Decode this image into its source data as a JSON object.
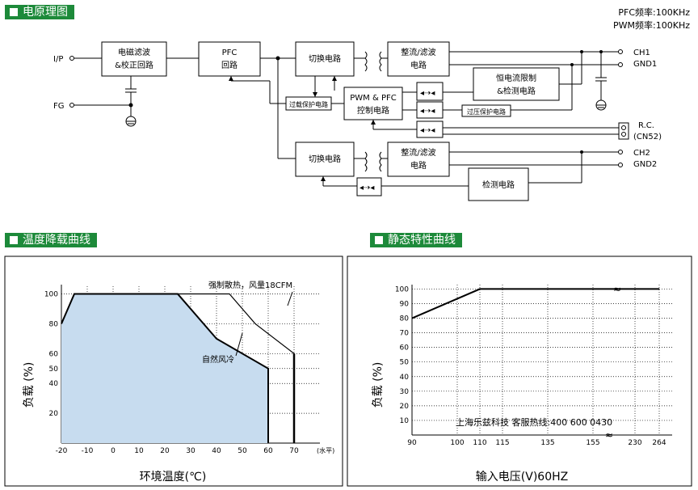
{
  "sections": {
    "schematic": "电原理图",
    "derating": "温度降载曲线",
    "static": "静态特性曲线"
  },
  "freq": {
    "pfc": "PFC频率:100KHz",
    "pwm": "PWM频率:100KHz"
  },
  "schematic": {
    "ip": "I/P",
    "fg": "FG",
    "emi_line1": "电磁滤波",
    "emi_line2": "&校正回路",
    "pfc_line1": "PFC",
    "pfc_line2": "回路",
    "switch1": "切换电路",
    "switch2": "切换电路",
    "rect1_line1": "整流/滤波",
    "rect1_line2": "电路",
    "rect2_line1": "整流/滤波",
    "rect2_line2": "电路",
    "pwm_line1": "PWM & PFC",
    "pwm_line2": "控制电路",
    "ocp": "过载保护电路",
    "ovp": "过压保护电路",
    "cc_line1": "恒电流限制",
    "cc_line2": "&检测电路",
    "detect": "检测电路",
    "ch1": "CH1",
    "gnd1": "GND1",
    "rc_line1": "R.C.",
    "rc_line2": "(CN52)",
    "ch2": "CH2",
    "gnd2": "GND2"
  },
  "derating": {
    "annot_forced": "强制散热，风量18CFM",
    "annot_natural": "自然风冷",
    "ylabel": "负载 (%)",
    "xlabel": "环境温度(℃)",
    "xunit": "(水平)",
    "chart_data": {
      "type": "area",
      "x_ticks": [
        -20,
        -10,
        0,
        10,
        20,
        30,
        40,
        50,
        60,
        70
      ],
      "y_ticks": [
        20,
        40,
        50,
        60,
        80,
        100
      ],
      "xlim": [
        -20,
        80
      ],
      "ylim": [
        0,
        105
      ],
      "series": [
        {
          "name": "自然风冷",
          "x": [
            -20,
            -15,
            25,
            40,
            60,
            60
          ],
          "y": [
            80,
            100,
            100,
            70,
            50,
            0
          ]
        },
        {
          "name": "强制散热，风量18CFM",
          "x": [
            -20,
            -15,
            45,
            55,
            70,
            70
          ],
          "y": [
            80,
            100,
            100,
            80,
            60,
            0
          ]
        }
      ]
    }
  },
  "static": {
    "ylabel": "负载 (%)",
    "xlabel": "输入电压(V)60HZ",
    "watermark": "上海乐兹科技 客服热线:400 600 0430",
    "chart_data": {
      "type": "line",
      "x_ticks": [
        "90",
        "100",
        "110",
        "115",
        "135",
        "155",
        "230",
        "264"
      ],
      "y_ticks": [
        10,
        20,
        30,
        40,
        50,
        60,
        70,
        80,
        90,
        100
      ],
      "ylim": [
        0,
        105
      ],
      "x": [
        "90",
        "110",
        "264"
      ],
      "y": [
        80,
        100,
        100
      ]
    }
  },
  "colors": {
    "section_bg": "#1d8a3a",
    "fill": "#c7dcef"
  }
}
